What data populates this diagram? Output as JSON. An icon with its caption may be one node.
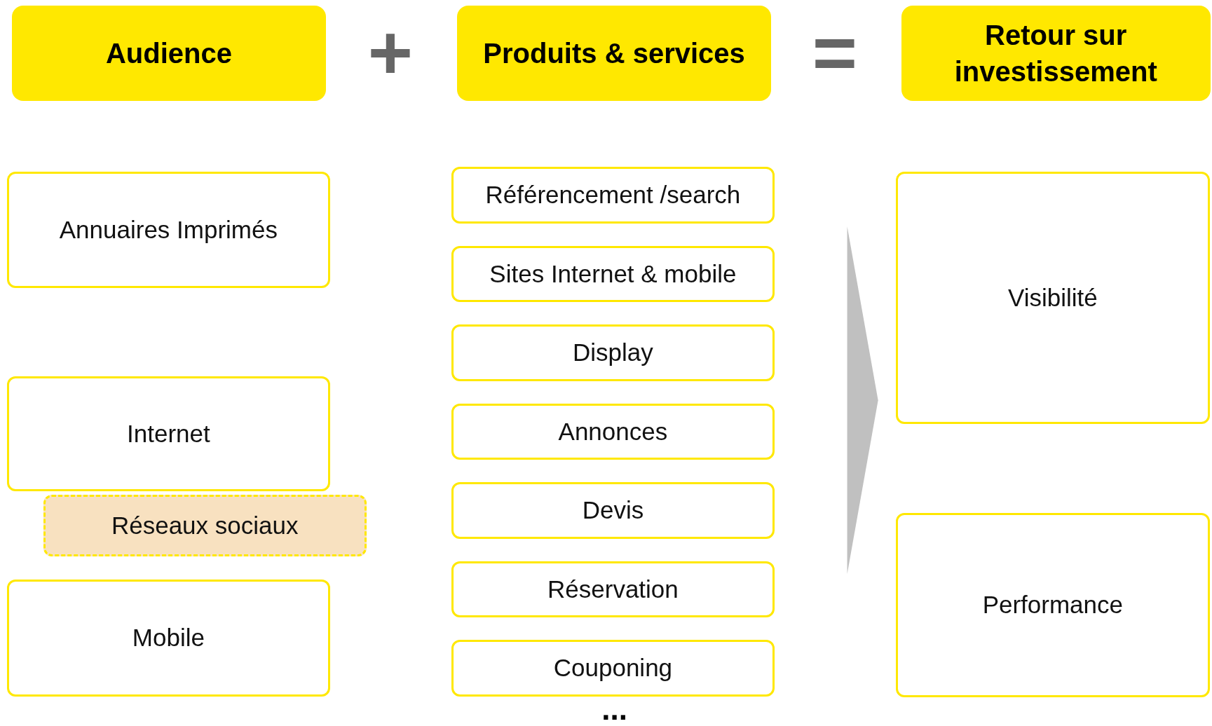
{
  "diagram": {
    "nodes": [
      {
        "text": [
          "Audience"
        ]
      },
      {
        "text": [
          "Produits & services"
        ]
      },
      {
        "text": [
          "Retour sur investissement"
        ]
      },
      {
        "text": [
          "Annuaires Imprimés"
        ]
      },
      {
        "text": [
          "Internet"
        ]
      },
      {
        "text": [
          "Réseaux sociaux"
        ]
      },
      {
        "text": [
          "Mobile"
        ]
      },
      {
        "text": [
          "Référencement /search"
        ]
      },
      {
        "text": [
          "Sites Internet & mobile"
        ]
      },
      {
        "text": [
          "Display"
        ]
      },
      {
        "text": [
          "Annonces"
        ]
      },
      {
        "text": [
          "Devis"
        ]
      },
      {
        "text": [
          "Réservation"
        ]
      },
      {
        "text": [
          "Couponing"
        ]
      },
      {
        "text": [
          "Visibilité"
        ]
      },
      {
        "text": [
          "Performance"
        ]
      }
    ],
    "labels": [
      "+",
      "=",
      "..."
    ]
  }
}
